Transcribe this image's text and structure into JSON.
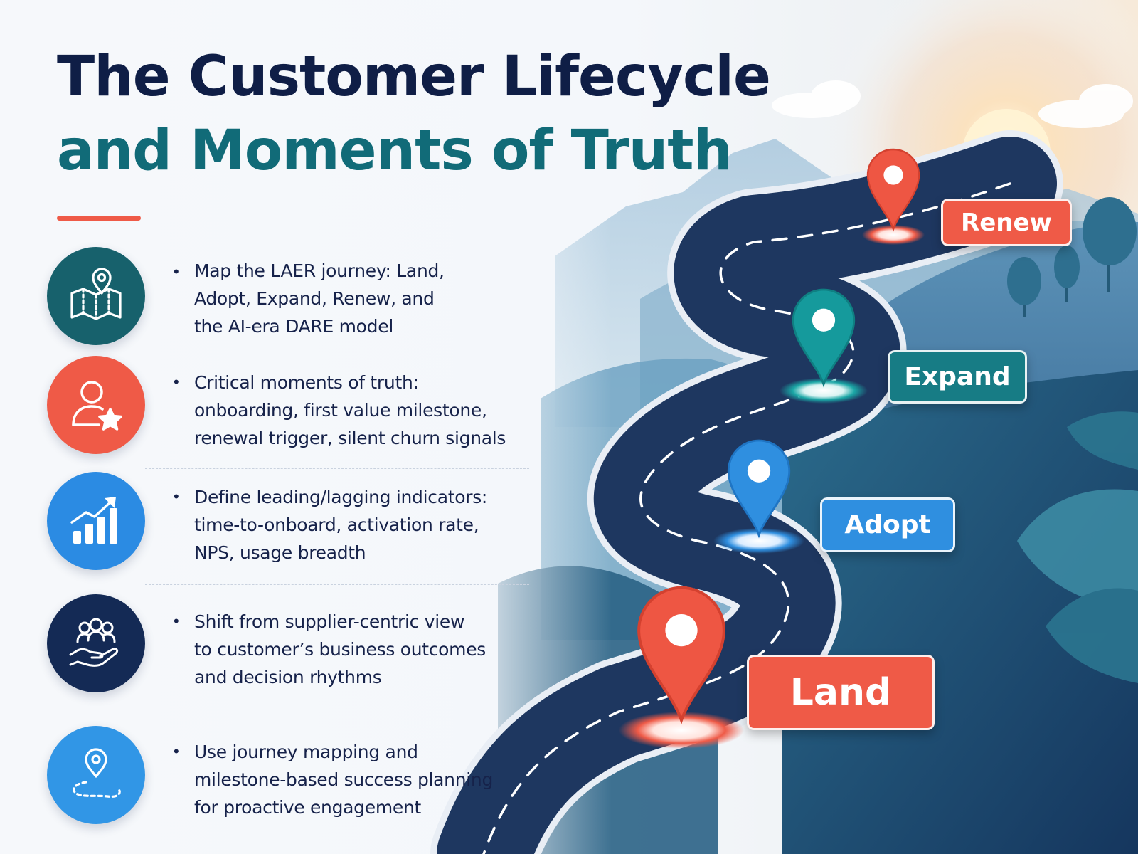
{
  "title": {
    "line1": "The Customer Lifecycle",
    "line2": "and Moments of Truth"
  },
  "colors": {
    "navy": "#0f1e46",
    "teal": "#116b78",
    "coral": "#ef5a47",
    "blue": "#2f8fe0",
    "road": "#1e3760"
  },
  "items": [
    {
      "icon": "map-pin-icon",
      "color": "#17616c",
      "lines": [
        "Map the LAER journey: Land,",
        "Adopt, Expand, Renew, and",
        "the AI-era DARE model"
      ]
    },
    {
      "icon": "user-star-icon",
      "color": "#ef5a47",
      "lines": [
        "Critical moments of truth:",
        "onboarding, first value milestone,",
        "renewal trigger, silent churn signals"
      ]
    },
    {
      "icon": "growth-chart-icon",
      "color": "#2b8be3",
      "lines": [
        "Define leading/lagging indicators:",
        "time-to-onboard, activation rate,",
        "NPS, usage breadth"
      ]
    },
    {
      "icon": "hand-people-icon",
      "color": "#142a55",
      "lines": [
        "Shift from supplier-centric view",
        "to customer’s business outcomes",
        "and decision rhythms"
      ]
    },
    {
      "icon": "route-pin-icon",
      "color": "#3196e6",
      "lines": [
        "Use journey mapping and",
        "milestone-based success planning",
        "for proactive engagement"
      ]
    }
  ],
  "stages": {
    "renew": "Renew",
    "expand": "Expand",
    "adopt": "Adopt",
    "land": "Land"
  }
}
